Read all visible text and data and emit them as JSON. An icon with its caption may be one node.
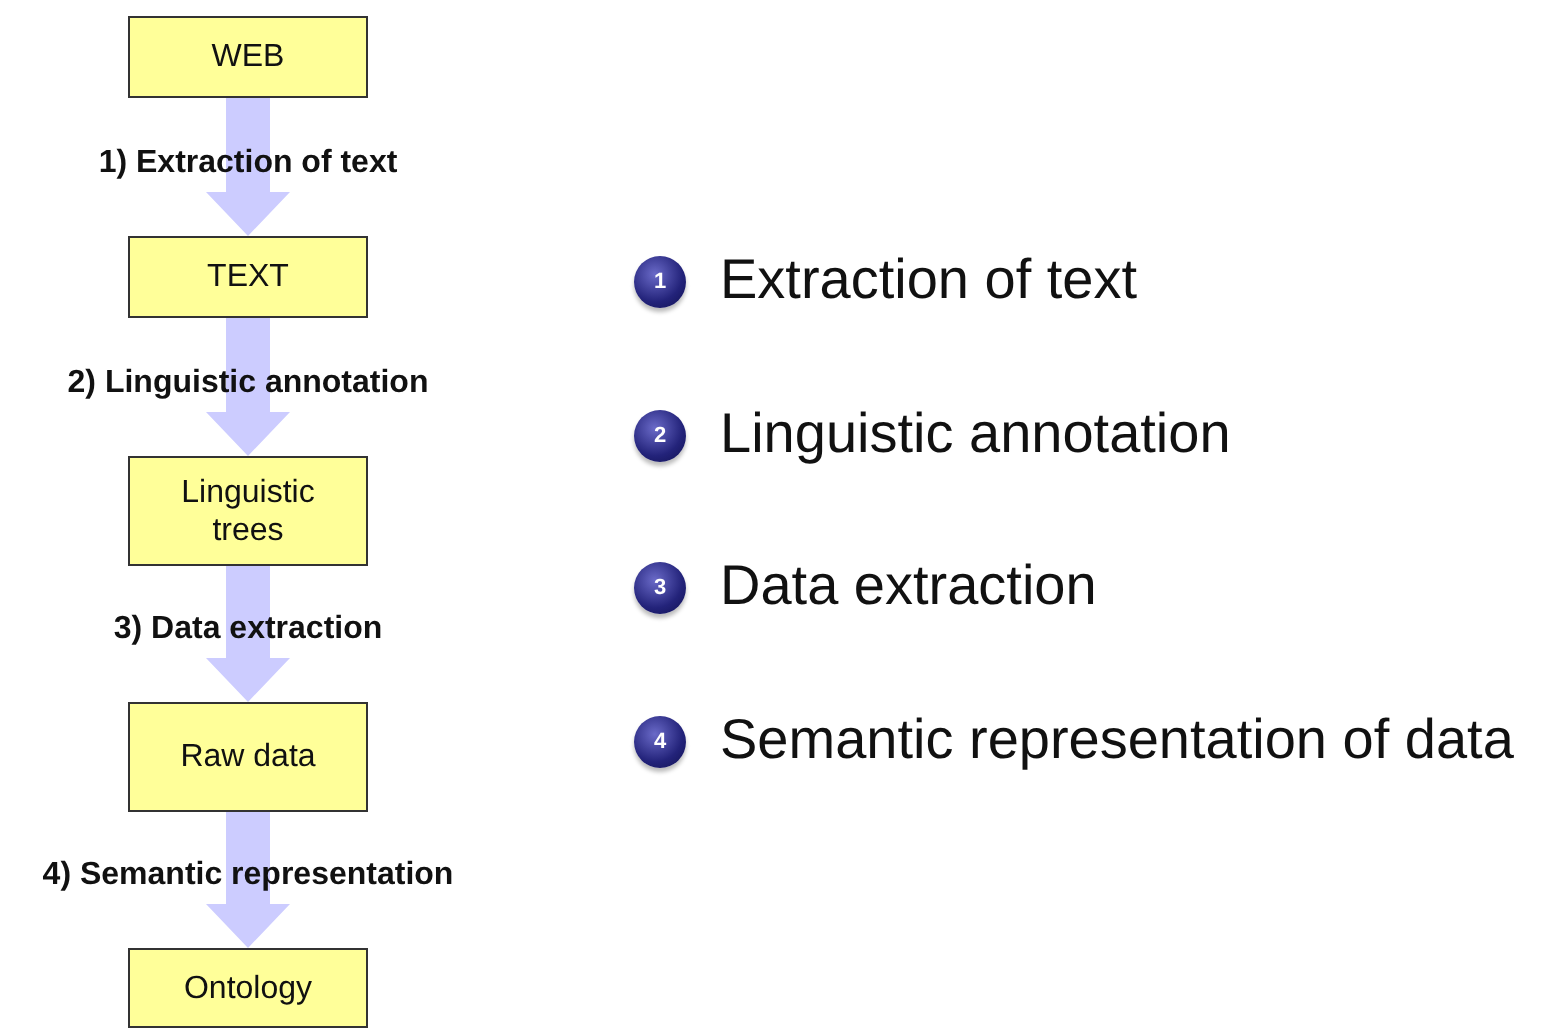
{
  "diagram": {
    "nodes": [
      {
        "text": [
          "WEB"
        ]
      },
      {
        "text": [
          "TEXT"
        ]
      },
      {
        "text": [
          "Linguistic trees"
        ]
      },
      {
        "text": [
          "Raw data"
        ]
      },
      {
        "text": [
          "Ontology"
        ]
      }
    ],
    "edges": [
      {
        "from": 0,
        "to": 1,
        "arrow": "to",
        "label": "1) Extraction of text",
        "style": "thick"
      },
      {
        "from": 1,
        "to": 2,
        "arrow": "to",
        "label": "2) Linguistic annotation",
        "style": "thick"
      },
      {
        "from": 2,
        "to": 3,
        "arrow": "to",
        "label": "3) Data extraction",
        "style": "thick"
      },
      {
        "from": 3,
        "to": 4,
        "arrow": "to",
        "label": "4) Semantic representation",
        "style": "thick"
      }
    ],
    "labels": [
      "1",
      "Extraction of text",
      "2",
      "Linguistic annotation",
      "3",
      "Data extraction",
      "4",
      "Semantic representation of data"
    ]
  }
}
